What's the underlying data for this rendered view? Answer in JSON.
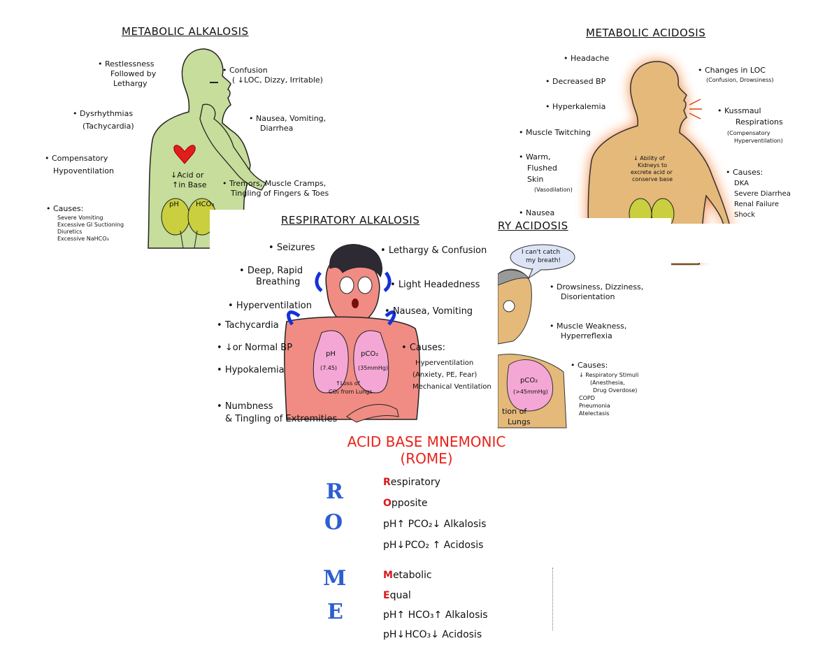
{
  "metabolic_alkalosis": {
    "title": "METABOLIC ALKALOSIS",
    "restless": "Restlessness",
    "followed": "Followed by",
    "lethargy": "Lethargy",
    "confusion": "Confusion",
    "confusion_detail": "( ↓LOC, Dizzy, Irritable)",
    "dysrhythmias": "Dysrhythmias",
    "tachycardia": "(Tachycardia)",
    "nausea": "Nausea, Vomiting,",
    "diarrhea": "Diarrhea",
    "compensatory": "Compensatory",
    "hypoventilation": "Hypoventilation",
    "tremors": "Tremors, Muscle Cramps,",
    "tingling": "Tingling of Fingers & Toes",
    "acid1": "↓Acid or",
    "acid2": "↑in Base",
    "ph": "pH",
    "hco3": "HCO₃",
    "causes": "Causes:",
    "cause_list": [
      "Severe Vomiting",
      "Excessive GI Suctioning",
      "Diuretics",
      "Excessive NaHCO₃"
    ]
  },
  "metabolic_acidosis": {
    "title": "METABOLIC ACIDOSIS",
    "headache": "Headache",
    "decreased_bp": "Decreased BP",
    "hyperkalemia": "Hyperkalemia",
    "muscle_twitching": "Muscle Twitching",
    "warm": "Warm,",
    "flushed": "Flushed",
    "skin": "Skin",
    "vasodilation": "(Vasodilation)",
    "changes_loc": "Changes in LOC",
    "loc_detail": "(Confusion, Drowsiness)",
    "kussmaul": "Kussmaul",
    "respirations": "Respirations",
    "comp_hyper1": "(Compensatory",
    "comp_hyper2": "Hyperventilation)",
    "causes": "Causes:",
    "cause_list": [
      "DKA",
      "Severe Diarrhea",
      "Renal Failure",
      "Shock"
    ],
    "kidney1": "↓ Ability of",
    "kidney2": "Kidneys to",
    "kidney3": "excrete acid or",
    "kidney4": "conserve base",
    "nausea_partial": "Nausea"
  },
  "respiratory_alkalosis": {
    "title": "RESPIRATORY ALKALOSIS",
    "left": [
      "Seizures",
      "Deep, Rapid",
      "Breathing",
      "Hyperventilation",
      "Tachycardia",
      "↓or Normal BP",
      "Hypokalemia",
      "Numbness",
      "& Tingling of Extremities"
    ],
    "right": [
      "Lethargy & Confusion",
      "Light Headedness",
      "Nausea, Vomiting",
      "Causes:",
      "Hyperventilation",
      "(Anxiety, PE, Fear)",
      "Mechanical Ventilation"
    ],
    "ph": "pH",
    "ph_val": "(7.45)",
    "pco2": "pCO₂",
    "pco2_val": "(35mmHg)",
    "loss1": "↑Loss of",
    "loss2": "CO₂ from Lungs"
  },
  "respiratory_acidosis": {
    "title": "RY ACIDOSIS",
    "bubble1": "I can't catch",
    "bubble2": "my breath!",
    "items": [
      "Drowsiness, Dizziness,",
      "Disorientation",
      "Muscle Weakness,",
      "Hyperreflexia"
    ],
    "causes": "Causes:",
    "cause_list": [
      "↓ Respiratory Stimuli",
      "(Anesthesia,",
      "Drug Overdose)",
      "COPD",
      "Pneumonia",
      "Atelectasis"
    ],
    "pco2": "pCO₂",
    "pco2_val": "(>45mmHg)",
    "bottom1": "tion of",
    "bottom2": "Lungs"
  },
  "mnemonic": {
    "title1": "ACID BASE MNEMONIC",
    "title2": "(ROME)",
    "letters": [
      "R",
      "O",
      "M",
      "E"
    ],
    "r_first": "R",
    "r_rest": "espiratory",
    "o_first": "O",
    "o_rest": "pposite",
    "resp_alk": "pH↑ PCO₂↓  Alkalosis",
    "resp_acid": "pH↓PCO₂ ↑  Acidosis",
    "m_first": "M",
    "m_rest": "etabolic",
    "e_first": "E",
    "e_rest": "qual",
    "met_alk": "pH↑ HCO₃↑  Alkalosis",
    "met_acid": "pH↓HCO₃↓  Acidosis"
  },
  "colors": {
    "green_body": "#c6dd9b",
    "orange_glow": "#f36b14",
    "acidosis_body": "#e4b97a",
    "alk_body": "#f08c84",
    "lungs": "#f4a7d4",
    "mnemonic_title": "#e8231a",
    "mnemonic_letters": "#2c5fd0",
    "kidney": "#c9cf3e"
  }
}
